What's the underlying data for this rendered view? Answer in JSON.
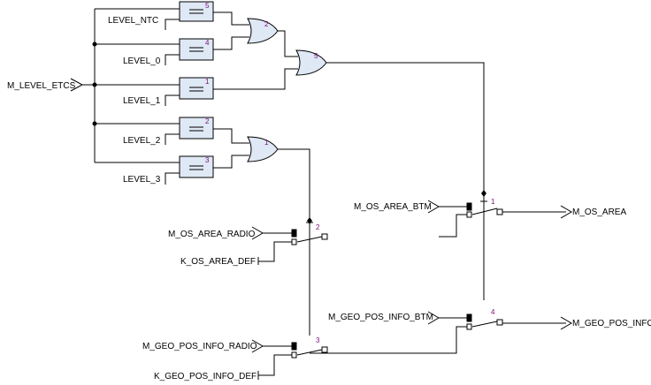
{
  "inputs": {
    "m_level_etcs": "M_LEVEL_ETCS",
    "level_ntc": "LEVEL_NTC",
    "level_0": "LEVEL_0",
    "level_1": "LEVEL_1",
    "level_2": "LEVEL_2",
    "level_3": "LEVEL_3",
    "m_os_area_btm": "M_OS_AREA_BTM",
    "m_os_area_radio": "M_OS_AREA_RADIO",
    "k_os_area_def": "K_OS_AREA_DEF",
    "m_geo_pos_info_btm": "M_GEO_POS_INFO_BTM",
    "m_geo_pos_info_radio": "M_GEO_POS_INFO_RADIO",
    "k_geo_pos_info_def": "K_GEO_POS_INFO_DEF"
  },
  "outputs": {
    "m_os_area": "M_OS_AREA",
    "m_geo_pos_info": "M_GEO_POS_INFO"
  },
  "compare_blocks": {
    "b_ntc": "5",
    "b_0": "4",
    "b_1": "1",
    "b_2": "2",
    "b_3": "3"
  },
  "or_gates": {
    "g2": "2",
    "g1": "1",
    "g5": "5"
  },
  "switches": {
    "s1": "1",
    "s2": "2",
    "s3": "3",
    "s4": "4"
  },
  "colors": {
    "block_fill": "#dfe8f5",
    "number_color": "#7a0a7a",
    "line_color": "#000000"
  }
}
